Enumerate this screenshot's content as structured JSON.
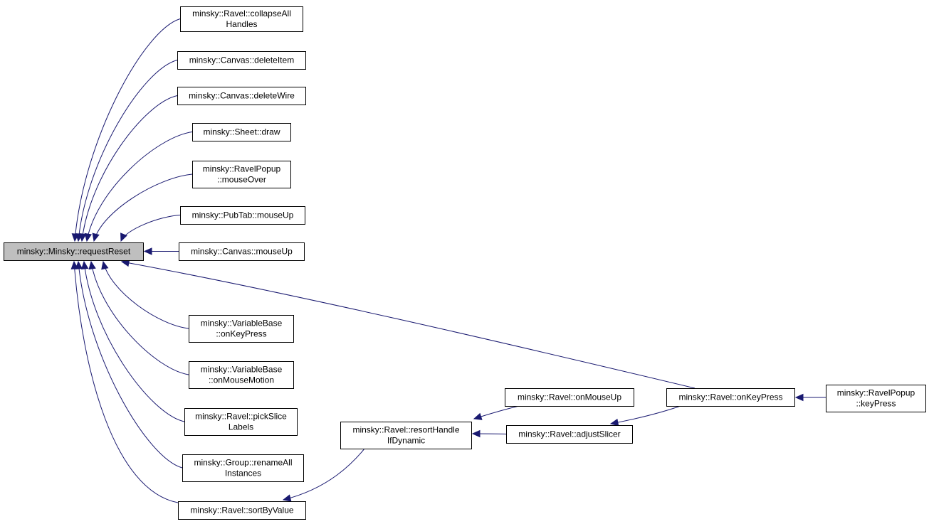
{
  "colors": {
    "edge": "#191970",
    "focus_fill": "#bfbfbf",
    "node_fill": "#ffffff",
    "node_border": "#000000"
  },
  "nodes": [
    {
      "id": "requestReset",
      "lines": [
        "minsky::Minsky::requestReset"
      ],
      "focus": true
    },
    {
      "id": "collapseAllHandles",
      "lines": [
        "minsky::Ravel::collapseAll",
        "Handles"
      ]
    },
    {
      "id": "deleteItem",
      "lines": [
        "minsky::Canvas::deleteItem"
      ]
    },
    {
      "id": "deleteWire",
      "lines": [
        "minsky::Canvas::deleteWire"
      ]
    },
    {
      "id": "sheetDraw",
      "lines": [
        "minsky::Sheet::draw"
      ]
    },
    {
      "id": "ravelPopupMouseOver",
      "lines": [
        "minsky::RavelPopup",
        "::mouseOver"
      ]
    },
    {
      "id": "pubTabMouseUp",
      "lines": [
        "minsky::PubTab::mouseUp"
      ]
    },
    {
      "id": "canvasMouseUp",
      "lines": [
        "minsky::Canvas::mouseUp"
      ]
    },
    {
      "id": "varBaseOnKeyPress",
      "lines": [
        "minsky::VariableBase",
        "::onKeyPress"
      ]
    },
    {
      "id": "varBaseOnMouseMotion",
      "lines": [
        "minsky::VariableBase",
        "::onMouseMotion"
      ]
    },
    {
      "id": "pickSliceLabels",
      "lines": [
        "minsky::Ravel::pickSlice",
        "Labels"
      ]
    },
    {
      "id": "renameAllInstances",
      "lines": [
        "minsky::Group::renameAll",
        "Instances"
      ]
    },
    {
      "id": "sortByValue",
      "lines": [
        "minsky::Ravel::sortByValue"
      ]
    },
    {
      "id": "resortHandleIfDynamic",
      "lines": [
        "minsky::Ravel::resortHandle",
        "IfDynamic"
      ]
    },
    {
      "id": "ravelOnMouseUp",
      "lines": [
        "minsky::Ravel::onMouseUp"
      ]
    },
    {
      "id": "adjustSlicer",
      "lines": [
        "minsky::Ravel::adjustSlicer"
      ]
    },
    {
      "id": "ravelOnKeyPress",
      "lines": [
        "minsky::Ravel::onKeyPress"
      ]
    },
    {
      "id": "ravelPopupKeyPress",
      "lines": [
        "minsky::RavelPopup",
        "::keyPress"
      ]
    }
  ],
  "edges": [
    {
      "from": "collapseAllHandles",
      "to": "requestReset"
    },
    {
      "from": "deleteItem",
      "to": "requestReset"
    },
    {
      "from": "deleteWire",
      "to": "requestReset"
    },
    {
      "from": "sheetDraw",
      "to": "requestReset"
    },
    {
      "from": "ravelPopupMouseOver",
      "to": "requestReset"
    },
    {
      "from": "pubTabMouseUp",
      "to": "requestReset"
    },
    {
      "from": "canvasMouseUp",
      "to": "requestReset"
    },
    {
      "from": "varBaseOnKeyPress",
      "to": "requestReset"
    },
    {
      "from": "varBaseOnMouseMotion",
      "to": "requestReset"
    },
    {
      "from": "pickSliceLabels",
      "to": "requestReset"
    },
    {
      "from": "renameAllInstances",
      "to": "requestReset"
    },
    {
      "from": "sortByValue",
      "to": "requestReset"
    },
    {
      "from": "ravelOnKeyPress",
      "to": "requestReset"
    },
    {
      "from": "resortHandleIfDynamic",
      "to": "sortByValue"
    },
    {
      "from": "ravelOnMouseUp",
      "to": "resortHandleIfDynamic"
    },
    {
      "from": "adjustSlicer",
      "to": "resortHandleIfDynamic"
    },
    {
      "from": "ravelOnKeyPress",
      "to": "adjustSlicer"
    },
    {
      "from": "ravelPopupKeyPress",
      "to": "ravelOnKeyPress"
    }
  ]
}
